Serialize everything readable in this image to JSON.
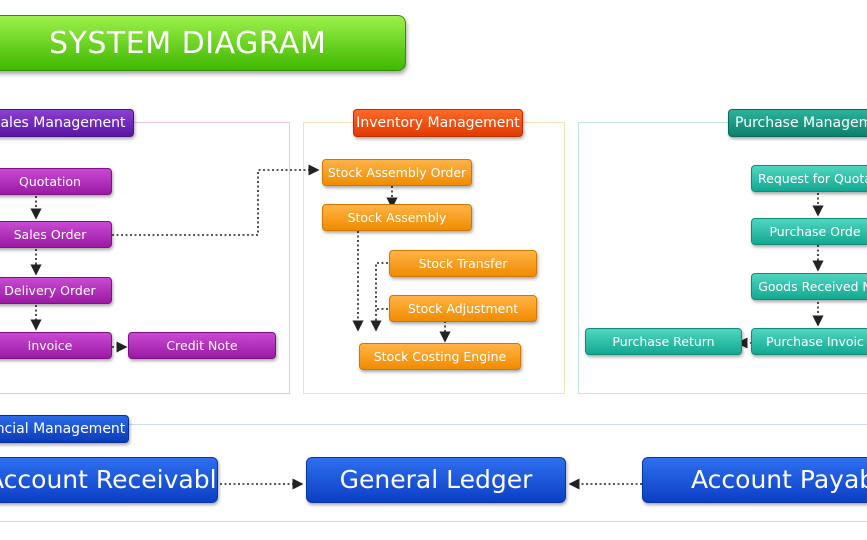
{
  "title": "SYSTEM DIAGRAM",
  "sections": {
    "sales": {
      "header": "ales Management",
      "nodes": {
        "quotation": "Quotation",
        "sales_order": "Sales Order",
        "delivery_order": "Delivery Order",
        "invoice": "Invoice",
        "credit_note": "Credit Note"
      }
    },
    "inventory": {
      "header": "Inventory Management",
      "nodes": {
        "stock_assembly_order": "Stock Assembly Order",
        "stock_assembly": "Stock Assembly",
        "stock_transfer": "Stock Transfer",
        "stock_adjustment": "Stock Adjustment",
        "stock_costing_engine": "Stock Costing Engine"
      }
    },
    "purchase": {
      "header": "Purchase Manageme",
      "nodes": {
        "request_for_quotation": "Request for Quota",
        "purchase_order": "Purchase Orde",
        "goods_received": "Goods Received N",
        "purchase_invoice": "Purchase Invoic",
        "purchase_return": "Purchase Return"
      }
    },
    "financial": {
      "header": "ncial Management",
      "nodes": {
        "account_receivable": "Account Receivable",
        "general_ledger": "General Ledger",
        "account_payable": "Account Payable"
      }
    }
  },
  "colors": {
    "sales": "#a622b0",
    "inventory": "#f59a10",
    "purchase": "#1fb8a0",
    "financial": "#0b45d0",
    "title": "#5ccf10"
  }
}
